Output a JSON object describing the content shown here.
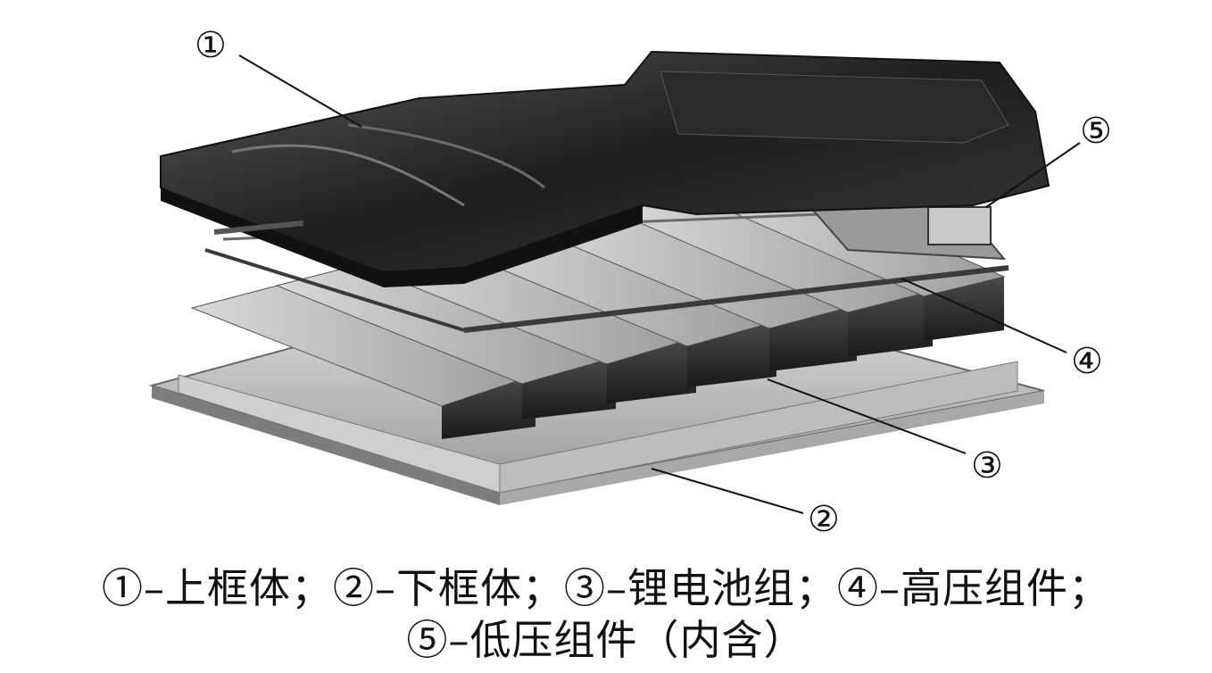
{
  "diagram": {
    "markers": [
      "①",
      "②",
      "③",
      "④",
      "⑤"
    ]
  },
  "caption": {
    "line1": "①–上框体；②–下框体；③–锂电池组；④–高压组件；",
    "line2": "⑤–低压组件（内含）"
  },
  "colors": {
    "metal_dark": "#2b2b2b",
    "metal_mid": "#8a8a8a",
    "metal_light": "#cfcfcf",
    "leader": "#111111"
  }
}
